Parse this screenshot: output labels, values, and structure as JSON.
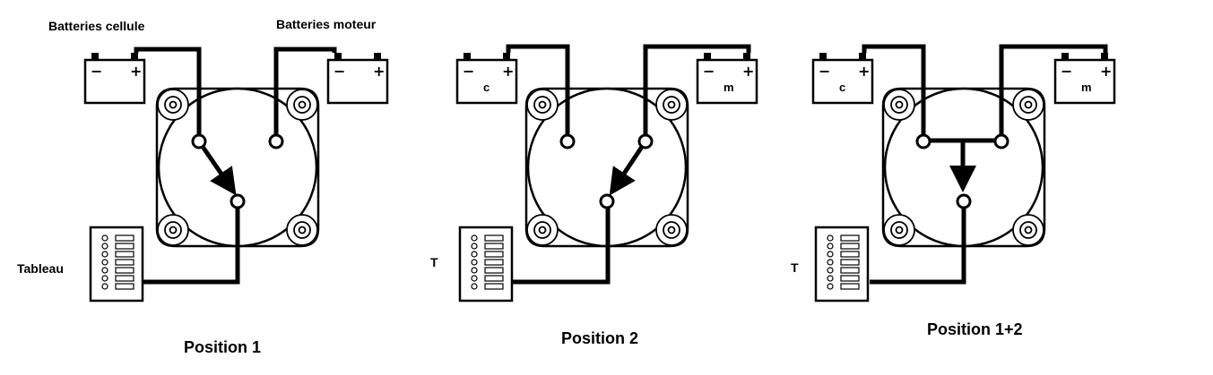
{
  "diagram1": {
    "battery_left_label": "Batteries cellule",
    "battery_right_label": "Batteries moteur",
    "panel_label": "Tableau",
    "caption": "Position 1",
    "battery_left_text": "",
    "battery_right_text": ""
  },
  "diagram2": {
    "battery_left_text": "c",
    "battery_right_text": "m",
    "panel_label": "T",
    "caption": "Position 2"
  },
  "diagram3": {
    "battery_left_text": "c",
    "battery_right_text": "m",
    "panel_label": "T",
    "caption": "Position 1+2"
  },
  "symbols": {
    "minus": "−",
    "plus": "+"
  }
}
